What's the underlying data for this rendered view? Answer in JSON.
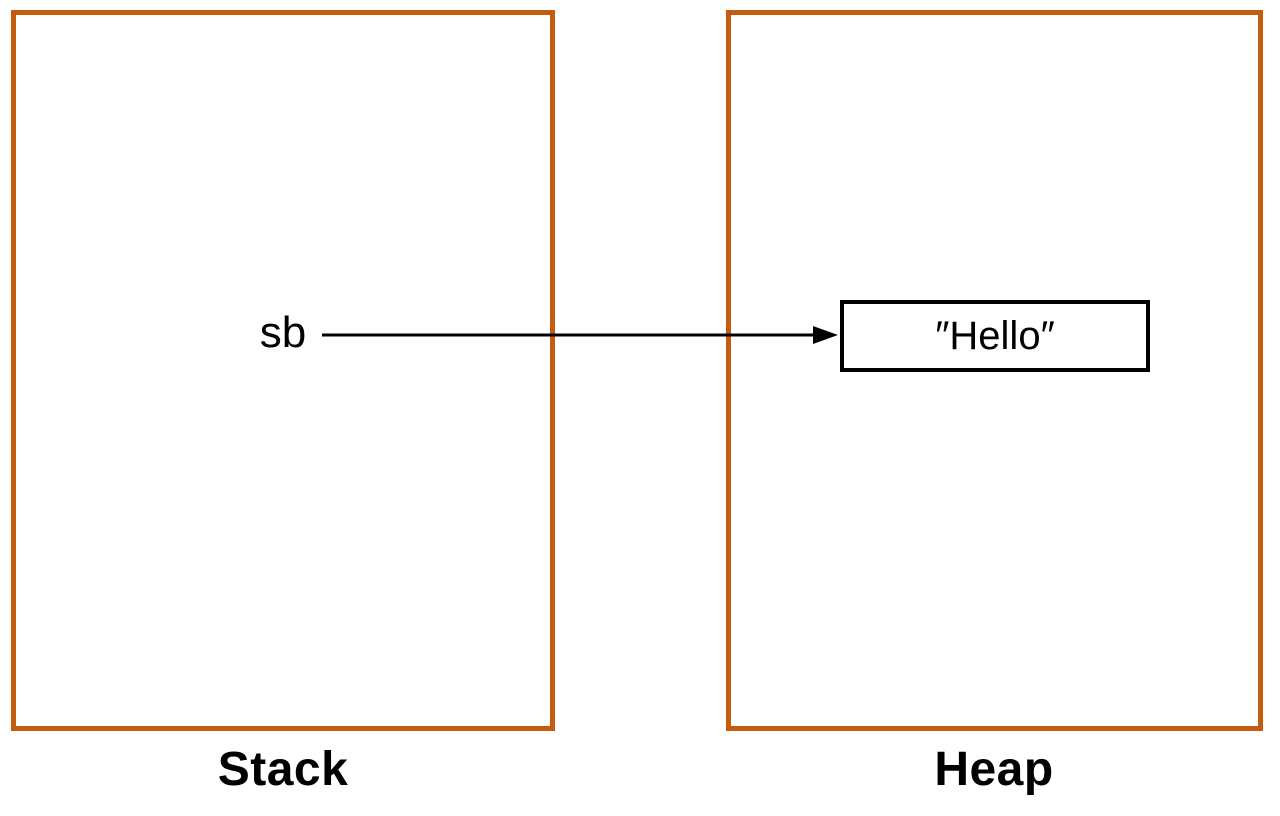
{
  "diagram": {
    "regions": [
      {
        "id": "stack",
        "label": "Stack"
      },
      {
        "id": "heap",
        "label": "Heap"
      }
    ],
    "pointer_variable": {
      "name": "sb"
    },
    "heap_object": {
      "value": "″Hello″"
    },
    "colors": {
      "region_border": "#C55A11",
      "object_border": "#000000",
      "arrow": "#000000",
      "text": "#000000",
      "background": "#FFFFFF"
    }
  }
}
